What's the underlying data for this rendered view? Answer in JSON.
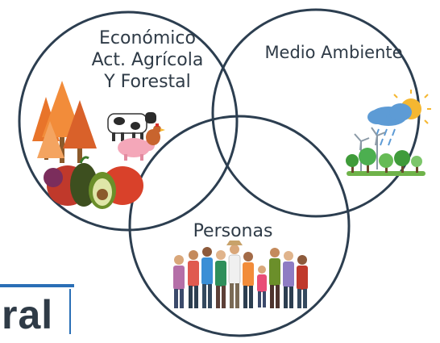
{
  "circles": {
    "economic": {
      "label_lines": [
        "Económico",
        "Act. Agrícola",
        "Y Forestal"
      ],
      "illustrations": [
        "autumn-trees-icon",
        "cow-icon",
        "pig-icon",
        "chicken-icon",
        "vegetables-icon"
      ]
    },
    "environment": {
      "label": "Medio Ambiente",
      "illustrations": [
        "sun-cloud-rain-icon",
        "wind-turbine-icon",
        "green-trees-icon"
      ]
    },
    "people": {
      "label": "Personas",
      "illustrations": [
        "people-group-icon"
      ]
    }
  },
  "cropped_title": {
    "text": "ral"
  },
  "colors": {
    "circle_stroke": "#2c3e50",
    "label_text": "#2f3b47",
    "accent_blue": "#2a6fb6",
    "autumn_orange": "#e8742a",
    "tree_green": "#4caf50",
    "sun_yellow": "#f5b731",
    "cloud_blue": "#5d9bd5"
  }
}
